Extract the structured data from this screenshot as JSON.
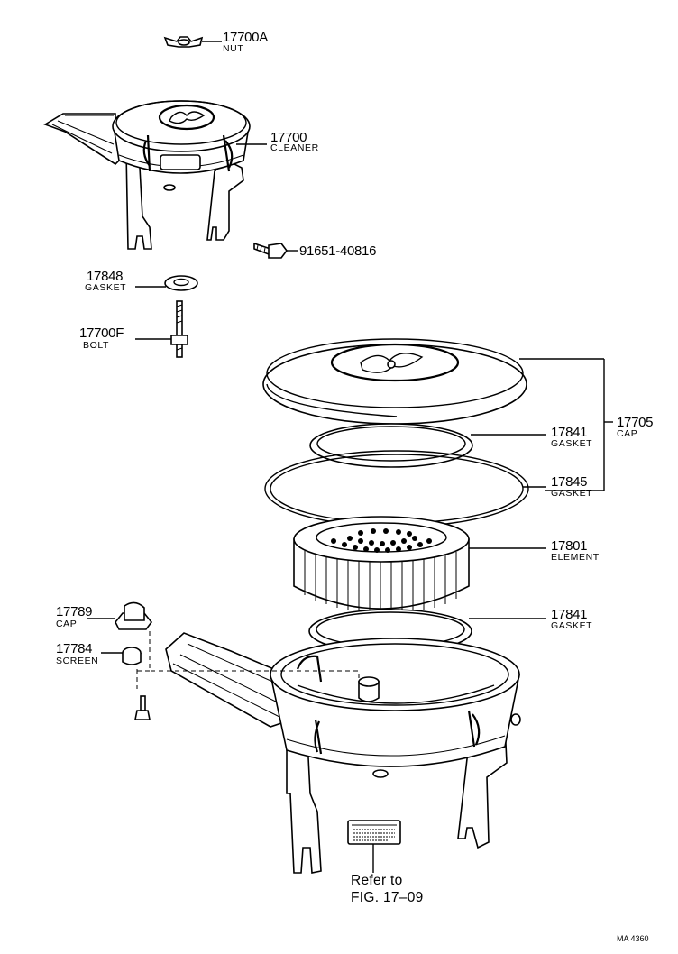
{
  "colors": {
    "ink": "#000000",
    "paper": "#ffffff"
  },
  "parts": [
    {
      "number": "17700A",
      "name": "NUT"
    },
    {
      "number": "17700",
      "name": "CLEANER"
    },
    {
      "number": "91651-40816",
      "name": ""
    },
    {
      "number": "17848",
      "name": "GASKET"
    },
    {
      "number": "17700F",
      "name": "BOLT"
    },
    {
      "number": "17705",
      "name": "CAP"
    },
    {
      "number": "17841",
      "name": "GASKET"
    },
    {
      "number": "17845",
      "name": "GASKET"
    },
    {
      "number": "17801",
      "name": "ELEMENT"
    },
    {
      "number": "17841",
      "name": "GASKET"
    },
    {
      "number": "17789",
      "name": "CAP"
    },
    {
      "number": "17784",
      "name": "SCREEN"
    }
  ],
  "reference": {
    "line1": "Refer to",
    "line2": "FIG. 17–09"
  },
  "drawing_code": "MA 4360"
}
